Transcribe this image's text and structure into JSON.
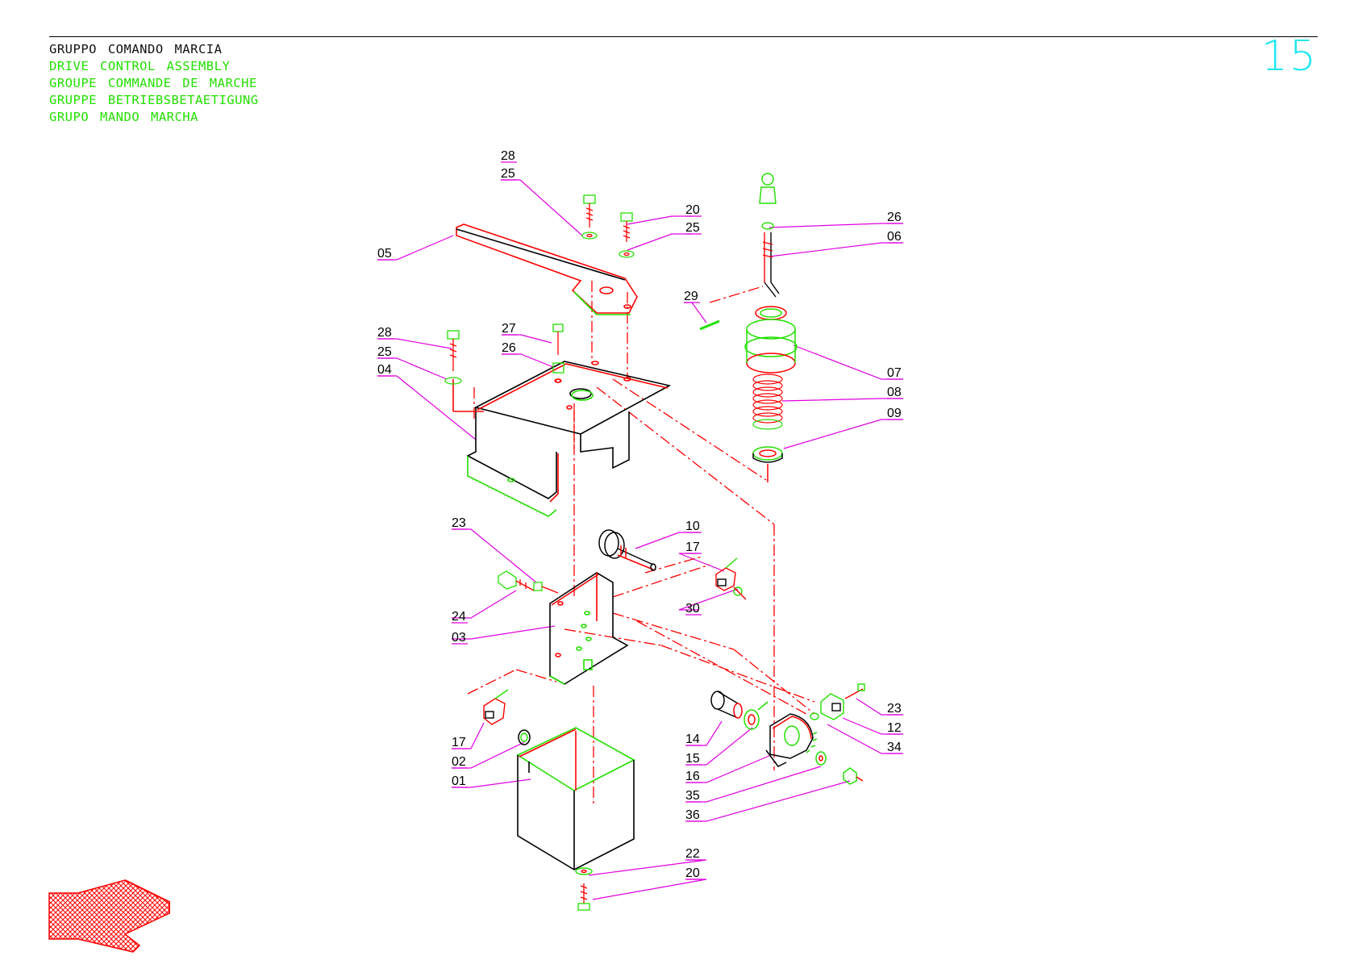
{
  "header": {
    "titles": [
      "GRUPPO COMANDO MARCIA",
      "DRIVE CONTROL ASSEMBLY",
      "GROUPE COMMANDE DE MARCHE",
      "GRUPPE BETRIEBSBETAETIGUNG",
      "GRUPO MANDO MARCHA"
    ],
    "page_number": "15"
  },
  "colors": {
    "title_primary": "#111111",
    "title_translations": "#22e000",
    "page_number": "#20e8f0",
    "leader_lines": "#e000e0",
    "part_outline_red": "#ff0000",
    "part_outline_green": "#22e000",
    "logo": "#ff0000"
  },
  "callouts": [
    {
      "id": "c28a",
      "label": "28"
    },
    {
      "id": "c25a",
      "label": "25"
    },
    {
      "id": "c20a",
      "label": "20"
    },
    {
      "id": "c25b",
      "label": "25"
    },
    {
      "id": "c05",
      "label": "05"
    },
    {
      "id": "c26a",
      "label": "26"
    },
    {
      "id": "c06",
      "label": "06"
    },
    {
      "id": "c29",
      "label": "29"
    },
    {
      "id": "c28b",
      "label": "28"
    },
    {
      "id": "c25c",
      "label": "25"
    },
    {
      "id": "c04",
      "label": "04"
    },
    {
      "id": "c27",
      "label": "27"
    },
    {
      "id": "c26b",
      "label": "26"
    },
    {
      "id": "c07",
      "label": "07"
    },
    {
      "id": "c08",
      "label": "08"
    },
    {
      "id": "c09",
      "label": "09"
    },
    {
      "id": "c23a",
      "label": "23"
    },
    {
      "id": "c10",
      "label": "10"
    },
    {
      "id": "c17a",
      "label": "17"
    },
    {
      "id": "c30",
      "label": "30"
    },
    {
      "id": "c24",
      "label": "24"
    },
    {
      "id": "c03",
      "label": "03"
    },
    {
      "id": "c23b",
      "label": "23"
    },
    {
      "id": "c12",
      "label": "12"
    },
    {
      "id": "c34",
      "label": "34"
    },
    {
      "id": "c14",
      "label": "14"
    },
    {
      "id": "c15",
      "label": "15"
    },
    {
      "id": "c16",
      "label": "16"
    },
    {
      "id": "c35",
      "label": "35"
    },
    {
      "id": "c36",
      "label": "36"
    },
    {
      "id": "c22",
      "label": "22"
    },
    {
      "id": "c20b",
      "label": "20"
    },
    {
      "id": "c17b",
      "label": "17"
    },
    {
      "id": "c02",
      "label": "02"
    },
    {
      "id": "c01",
      "label": "01"
    }
  ]
}
